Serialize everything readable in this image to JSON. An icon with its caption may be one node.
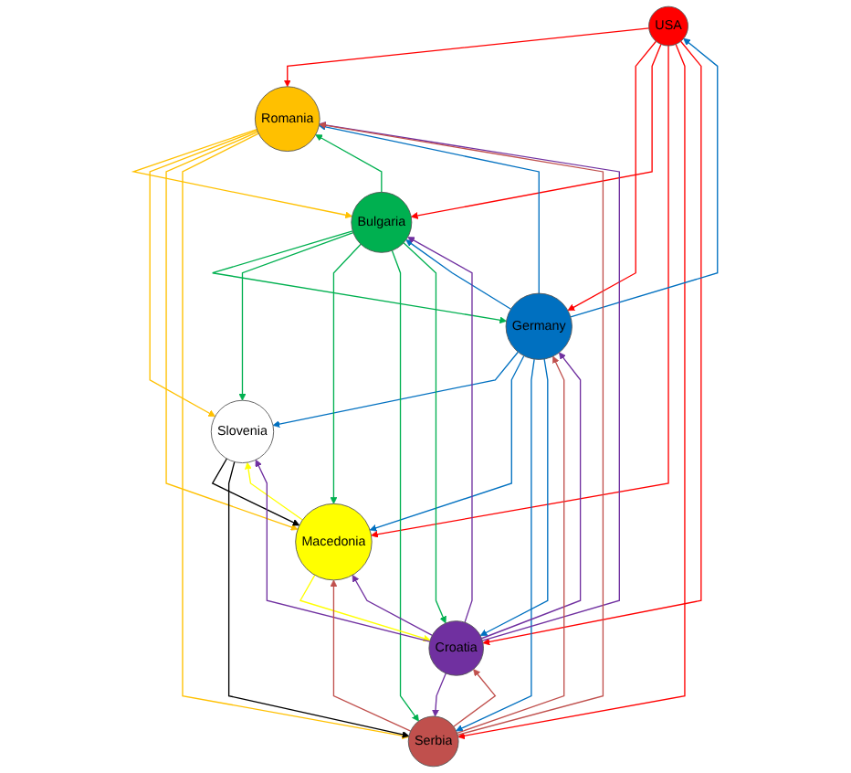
{
  "diagram": {
    "nodes": [
      {
        "text": [
          "USA"
        ]
      },
      {
        "text": [
          "Romania"
        ]
      },
      {
        "text": [
          "Germany"
        ]
      },
      {
        "text": [
          "Bulgaria"
        ]
      },
      {
        "text": [
          "Slovenia"
        ]
      },
      {
        "text": [
          "Macedonia"
        ]
      },
      {
        "text": [
          "Croatia"
        ]
      },
      {
        "text": [
          "Serbia"
        ]
      }
    ],
    "edges": [
      {
        "from": 0,
        "to": 1,
        "arrow": "to",
        "color": "#ff0000"
      },
      {
        "from": 0,
        "to": 2,
        "arrow": "to",
        "color": "#ff0000"
      },
      {
        "from": 0,
        "to": 3,
        "arrow": "to",
        "color": "#ff0000"
      },
      {
        "from": 0,
        "to": 5,
        "arrow": "to",
        "color": "#ff0000"
      },
      {
        "from": 0,
        "to": 7,
        "arrow": "to",
        "color": "#ff0000"
      },
      {
        "from": 0,
        "to": 6,
        "arrow": "to",
        "color": "#ff0000"
      },
      {
        "from": 1,
        "to": 3,
        "arrow": "to",
        "color": "#ffc000"
      },
      {
        "from": 1,
        "to": 4,
        "arrow": "to",
        "color": "#ffc000"
      },
      {
        "from": 1,
        "to": 5,
        "arrow": "to",
        "color": "#ffc000"
      },
      {
        "from": 1,
        "to": 7,
        "arrow": "to",
        "color": "#ffc000"
      },
      {
        "from": 2,
        "to": 0,
        "arrow": "to",
        "color": "#0070c0"
      },
      {
        "from": 2,
        "to": 1,
        "arrow": "to",
        "color": "#0070c0"
      },
      {
        "from": 2,
        "to": 3,
        "arrow": "to",
        "color": "#0070c0"
      },
      {
        "from": 2,
        "to": 4,
        "arrow": "to",
        "color": "#0070c0"
      },
      {
        "from": 2,
        "to": 5,
        "arrow": "to",
        "color": "#0070c0"
      },
      {
        "from": 2,
        "to": 7,
        "arrow": "to",
        "color": "#0070c0"
      },
      {
        "from": 2,
        "to": 6,
        "arrow": "to",
        "color": "#0070c0"
      },
      {
        "from": 3,
        "to": 1,
        "arrow": "to",
        "color": "#00b050"
      },
      {
        "from": 3,
        "to": 2,
        "arrow": "to",
        "color": "#00b050"
      },
      {
        "from": 3,
        "to": 4,
        "arrow": "to",
        "color": "#00b050"
      },
      {
        "from": 3,
        "to": 5,
        "arrow": "to",
        "color": "#00b050"
      },
      {
        "from": 3,
        "to": 7,
        "arrow": "to",
        "color": "#00b050"
      },
      {
        "from": 3,
        "to": 6,
        "arrow": "to",
        "color": "#00b050"
      },
      {
        "from": 4,
        "to": 5,
        "arrow": "to",
        "color": "#000000"
      },
      {
        "from": 4,
        "to": 7,
        "arrow": "to",
        "color": "#000000"
      },
      {
        "from": 5,
        "to": 4,
        "arrow": "to",
        "color": "#ffff00"
      },
      {
        "from": 5,
        "to": 6,
        "arrow": "to",
        "color": "#ffff00"
      },
      {
        "from": 6,
        "to": 4,
        "arrow": "to",
        "color": "#7030a0"
      },
      {
        "from": 6,
        "to": 7,
        "arrow": "to",
        "color": "#7030a0"
      },
      {
        "from": 6,
        "to": 2,
        "arrow": "to",
        "color": "#7030a0"
      },
      {
        "from": 6,
        "to": 1,
        "arrow": "to",
        "color": "#7030a0"
      },
      {
        "from": 6,
        "to": 3,
        "arrow": "to",
        "color": "#7030a0"
      },
      {
        "from": 6,
        "to": 5,
        "arrow": "to",
        "color": "#7030a0"
      },
      {
        "from": 7,
        "to": 5,
        "arrow": "to",
        "color": "#c0504d"
      },
      {
        "from": 7,
        "to": 6,
        "arrow": "to",
        "color": "#c0504d"
      },
      {
        "from": 7,
        "to": 2,
        "arrow": "to",
        "color": "#c0504d"
      },
      {
        "from": 7,
        "to": 1,
        "arrow": "to",
        "color": "#c0504d"
      }
    ]
  }
}
